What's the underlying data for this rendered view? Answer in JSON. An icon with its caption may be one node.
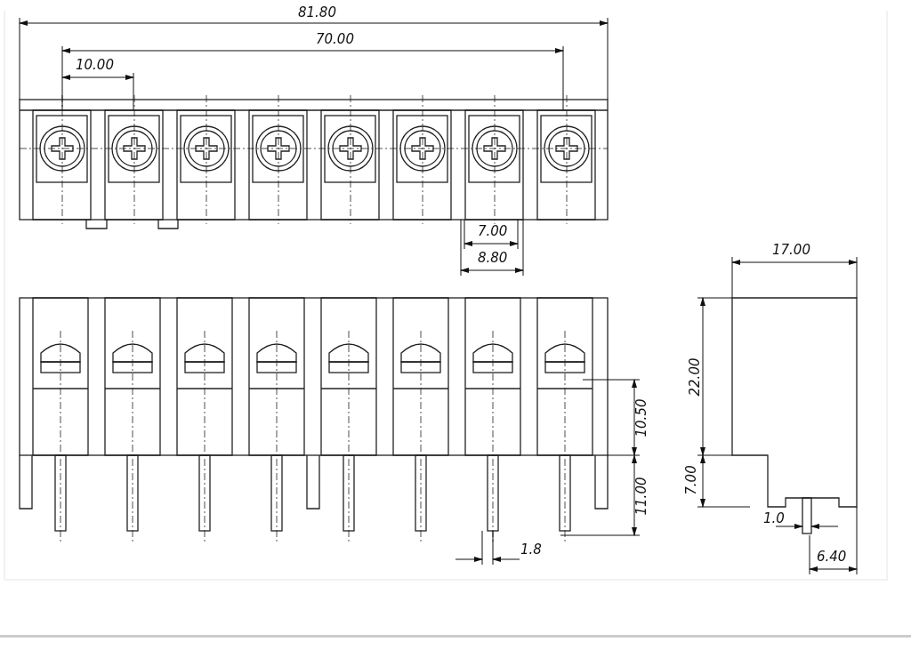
{
  "diagram": {
    "labels": [
      "81.80",
      "70.00",
      "10.00",
      "7.00",
      "8.80",
      "17.00",
      "22.00",
      "10.50",
      "7.00",
      "11.00",
      "1.0",
      "1.8",
      "6.40"
    ]
  }
}
